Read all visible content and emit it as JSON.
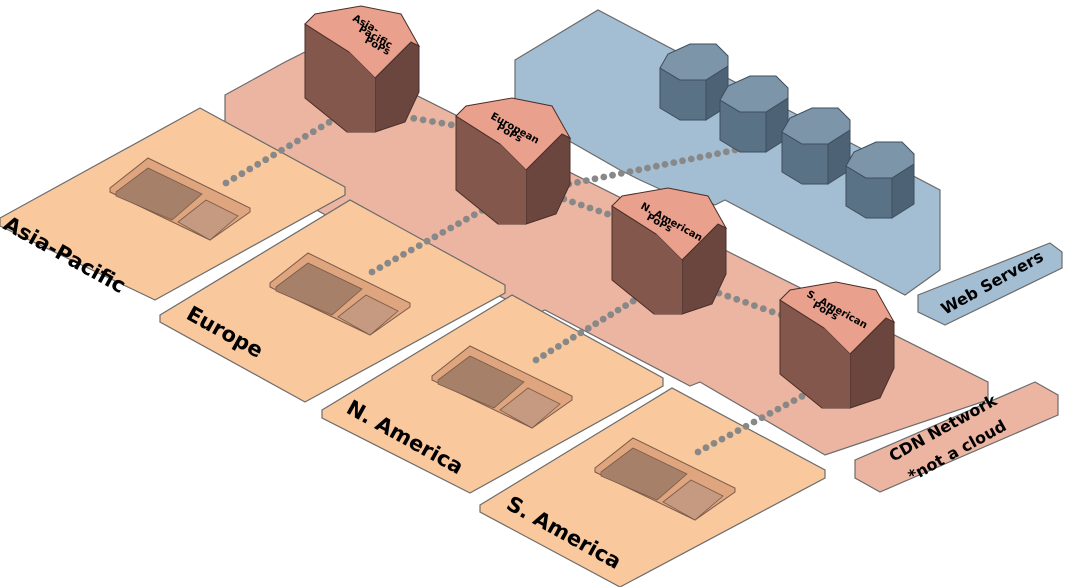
{
  "colors": {
    "cdn_band": "#ebb5a2",
    "region": "#f9c89d",
    "web_band": "#a3bed3",
    "pop_top": "#e9a08d",
    "pop_front": "#84574c",
    "pop_side": "#6b463e",
    "server_top": "#7d95a8",
    "server_front": "#5a7285",
    "server_side": "#4d6275",
    "screen_frame": "#dea57e",
    "screen_main": "#a68068",
    "screen_side": "#c69a80",
    "dots": "#888888",
    "outline": "#6b6b6b"
  },
  "regions": [
    {
      "label": "Asia-Pacific"
    },
    {
      "label": "Europe"
    },
    {
      "label": "N. America"
    },
    {
      "label": "S. America"
    }
  ],
  "pops": [
    {
      "lines": [
        "Asia-",
        "Pacific",
        "PoPs"
      ]
    },
    {
      "lines": [
        "European",
        "PoPs"
      ]
    },
    {
      "lines": [
        "N. American",
        "PoPs"
      ]
    },
    {
      "lines": [
        "S. American",
        "PoPs"
      ]
    }
  ],
  "web_servers": {
    "label": "Web Servers",
    "count": 4
  },
  "cdn_network": {
    "label_line1": "CDN Network",
    "label_line2": "*not a cloud"
  }
}
